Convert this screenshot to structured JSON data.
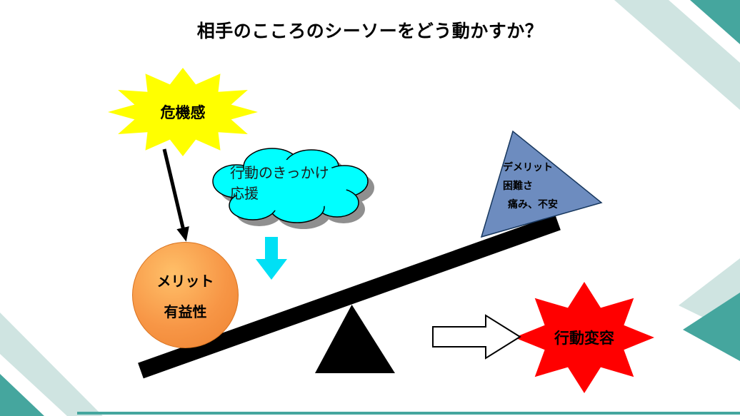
{
  "slide": {
    "title": "相手のこころのシーソーをどう動かすか？"
  },
  "crisis_star": {
    "label": "危機感"
  },
  "cloud": {
    "line1": "行動のきっかけ",
    "line2": "応援"
  },
  "demerit_triangle": {
    "line1": "デメリット",
    "line2": "困難さ",
    "line3": "痛み、不安"
  },
  "merit_circle": {
    "line1": "メリット",
    "line2": "有益性"
  },
  "behavior_star": {
    "label": "行動変容"
  },
  "colors": {
    "crisis_fill": "#ffff00",
    "cloud_fill": "#00ffff",
    "cloud_shadow": "#8f8f8f",
    "down_block_arrow_fill": "#00e0f5",
    "triangle_fill": "#6d8cbf",
    "circle_fill": "#f79646",
    "behavior_fill": "#ff0000",
    "seesaw_fill": "#000000",
    "accent_teal": "#45a69e",
    "accent_pale_teal": "#cfe4e1"
  }
}
